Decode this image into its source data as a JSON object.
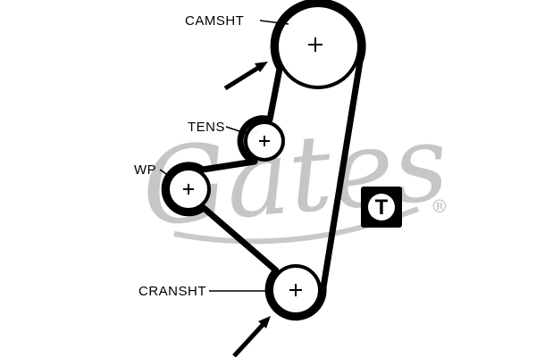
{
  "diagram": {
    "title": "timing-belt-routing-diagram",
    "labels": {
      "camshaft": "CAMSHT",
      "tensioner": "TENS",
      "water_pump": "WP",
      "crankshaft": "CRANSHT"
    },
    "watermark": {
      "brand": "Gates",
      "registered": "®",
      "color": "#c6c6c6"
    },
    "badge": {
      "letter": "T",
      "background": "#000000",
      "circle_color": "#ffffff"
    },
    "colors": {
      "line": "#000000",
      "background": "#ffffff"
    }
  }
}
